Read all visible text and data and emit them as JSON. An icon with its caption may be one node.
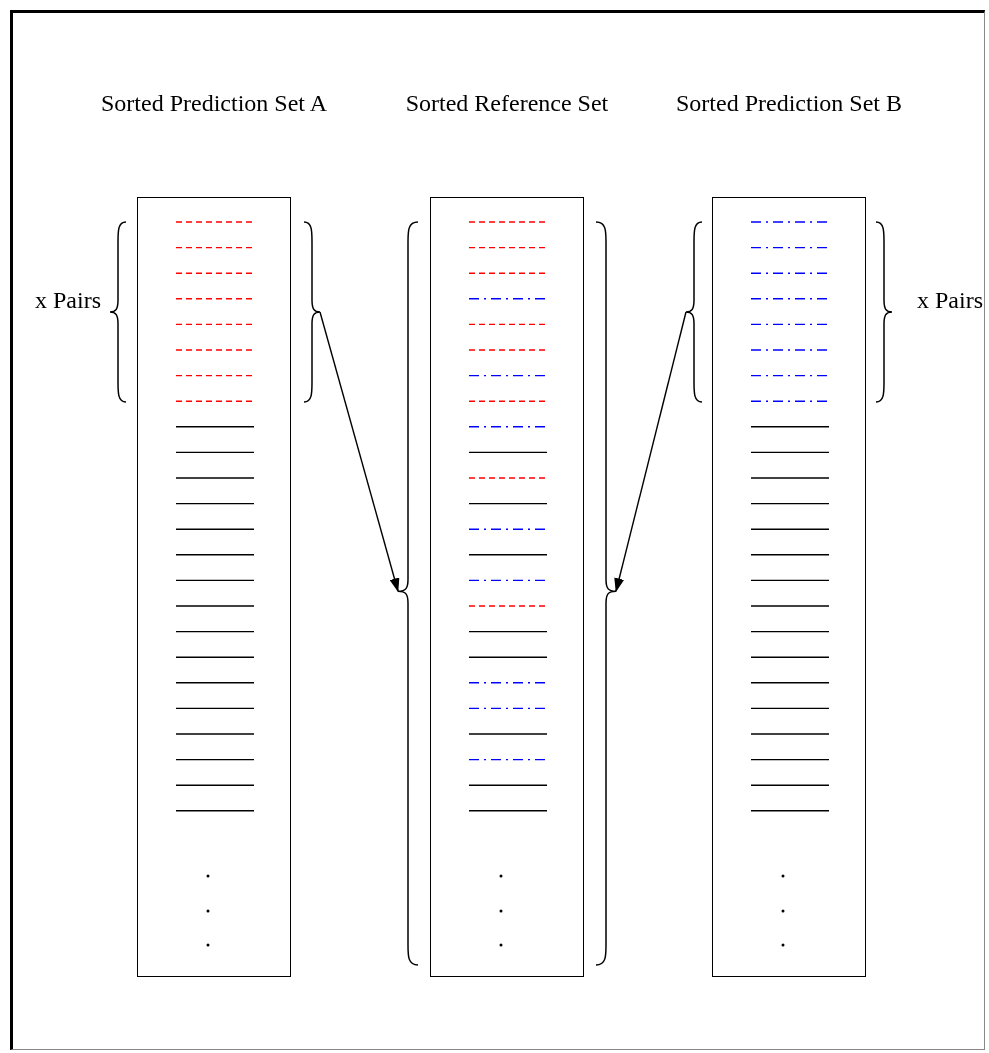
{
  "diagram": {
    "nodes": [
      {
        "text": [
          "Sorted Prediction Set A"
        ]
      },
      {
        "text": [
          "Sorted Reference Set"
        ]
      },
      {
        "text": [
          "Sorted Prediction Set B"
        ]
      },
      {
        "text": [],
        "shape": "brace",
        "beside": [
          "x Pairs"
        ]
      },
      {
        "text": [],
        "shape": "brace"
      },
      {
        "text": [],
        "shape": "brace"
      },
      {
        "text": [],
        "shape": "brace"
      },
      {
        "text": [],
        "shape": "brace"
      },
      {
        "text": [],
        "shape": "brace",
        "beside": [
          "x Pairs"
        ]
      }
    ],
    "edges": [
      {
        "from": 4,
        "to": 5,
        "arrow": "to"
      },
      {
        "from": 7,
        "to": 6,
        "arrow": "to"
      }
    ]
  }
}
